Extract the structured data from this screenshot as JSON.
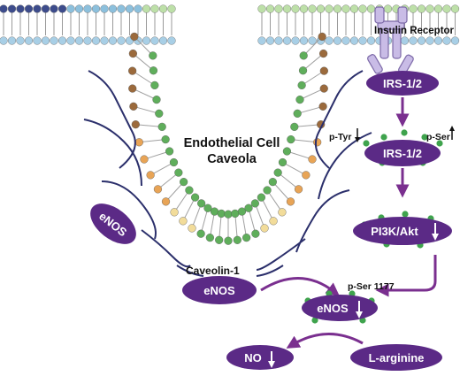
{
  "labels": {
    "cell_title_line1": "Endothelial Cell",
    "cell_title_line2": "Caveola",
    "insulin_receptor": "Insulin Receptor",
    "caveolin": "Caveolin-1",
    "p_tyr": "p-Tyr",
    "p_ser": "p-Ser",
    "p_ser1177": "p-Ser 1177"
  },
  "nodes": {
    "irs_top": "IRS-1/2",
    "irs_mid": "IRS-1/2",
    "pi3k": "PI3K/Akt",
    "enos_left": "eNOS",
    "enos_bound": "eNOS",
    "enos_active": "eNOS",
    "no": "NO",
    "larg": "L-arginine"
  },
  "colors": {
    "node_fill": "#5b2a86",
    "arrow": "#7a2f8f",
    "phospho_dot": "#3fa34d",
    "caveolin_line": "#2b2f6b",
    "receptor": "#b9a7dd",
    "lipid_blue": "#a8cfe6",
    "lipid_green": "#5fae5b",
    "lipid_brown": "#9b6a3c",
    "lipid_orange": "#e8a456",
    "lipid_yellow": "#f2dc9a"
  }
}
